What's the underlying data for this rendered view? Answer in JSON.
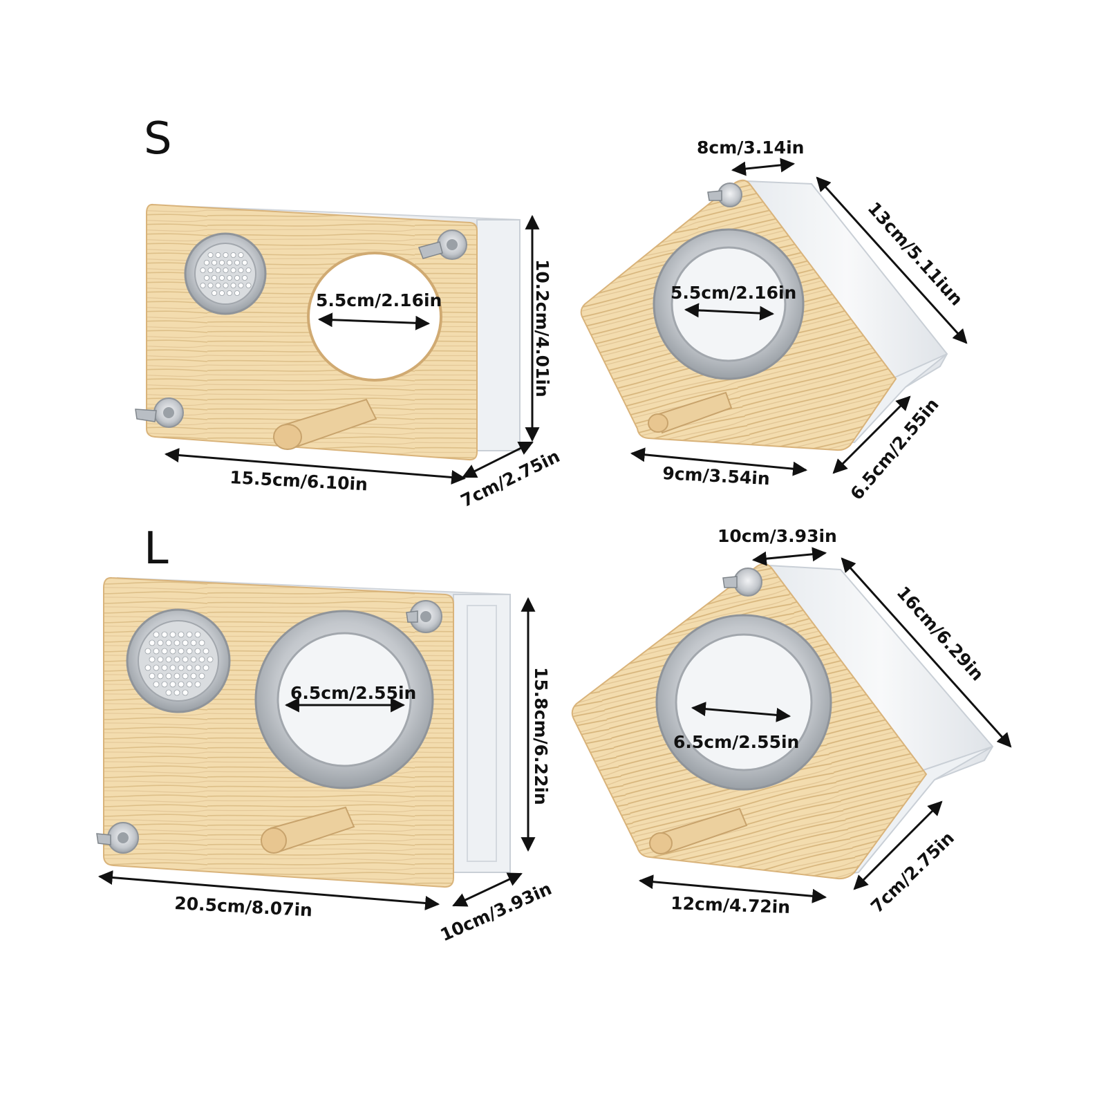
{
  "sizes": {
    "small": {
      "label": "S",
      "front": {
        "hole": "5.5cm/2.16in",
        "height": "10.2cm/4.01in",
        "width": "15.5cm/6.10in",
        "depth": "7cm/2.75in"
      },
      "side": {
        "top": "8cm/3.14in",
        "slant": "13cm/5.11iun",
        "hole": "5.5cm/2.16in",
        "bottom": "9cm/3.54in",
        "depth": "6.5cm/2.55in"
      }
    },
    "large": {
      "label": "L",
      "front": {
        "hole": "6.5cm/2.55in",
        "height": "15.8cm/6.22in",
        "width": "20.5cm/8.07in",
        "depth": "10cm/3.93in"
      },
      "side": {
        "top": "10cm/3.93in",
        "slant": "16cm/6.29in",
        "hole": "6.5cm/2.55in",
        "bottom": "12cm/4.72in",
        "depth": "7cm/2.75in"
      }
    }
  },
  "colors": {
    "wood": "#f2d9a8",
    "wood_grain": "#dcbd86",
    "wood_edge": "#d9b37a",
    "acrylic": "#eef1f4",
    "acrylic_edge": "#c9cfd6",
    "metal": "#c9cdd2",
    "metal_dark": "#8f949a",
    "arrow": "#111111"
  }
}
